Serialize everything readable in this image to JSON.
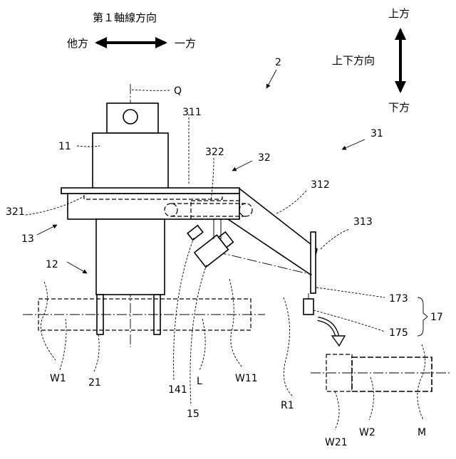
{
  "directions": {
    "axis1_title": "第１軸線方向",
    "left": "他方",
    "right": "一方",
    "up": "上方",
    "vertical": "上下方向",
    "down": "下方"
  },
  "labels": {
    "ref_2": "2",
    "q": "Q",
    "r311": "311",
    "r11": "11",
    "r322": "322",
    "r32": "32",
    "r31": "31",
    "r312": "312",
    "r321": "321",
    "r13": "13",
    "r313": "313",
    "r12": "12",
    "r173": "173",
    "r17": "17",
    "r175": "175",
    "w1": "W1",
    "r21": "21",
    "r141": "141",
    "l": "L",
    "w11": "W11",
    "r1": "R1",
    "r15": "15",
    "w21": "W21",
    "w2": "W2",
    "m": "M"
  }
}
